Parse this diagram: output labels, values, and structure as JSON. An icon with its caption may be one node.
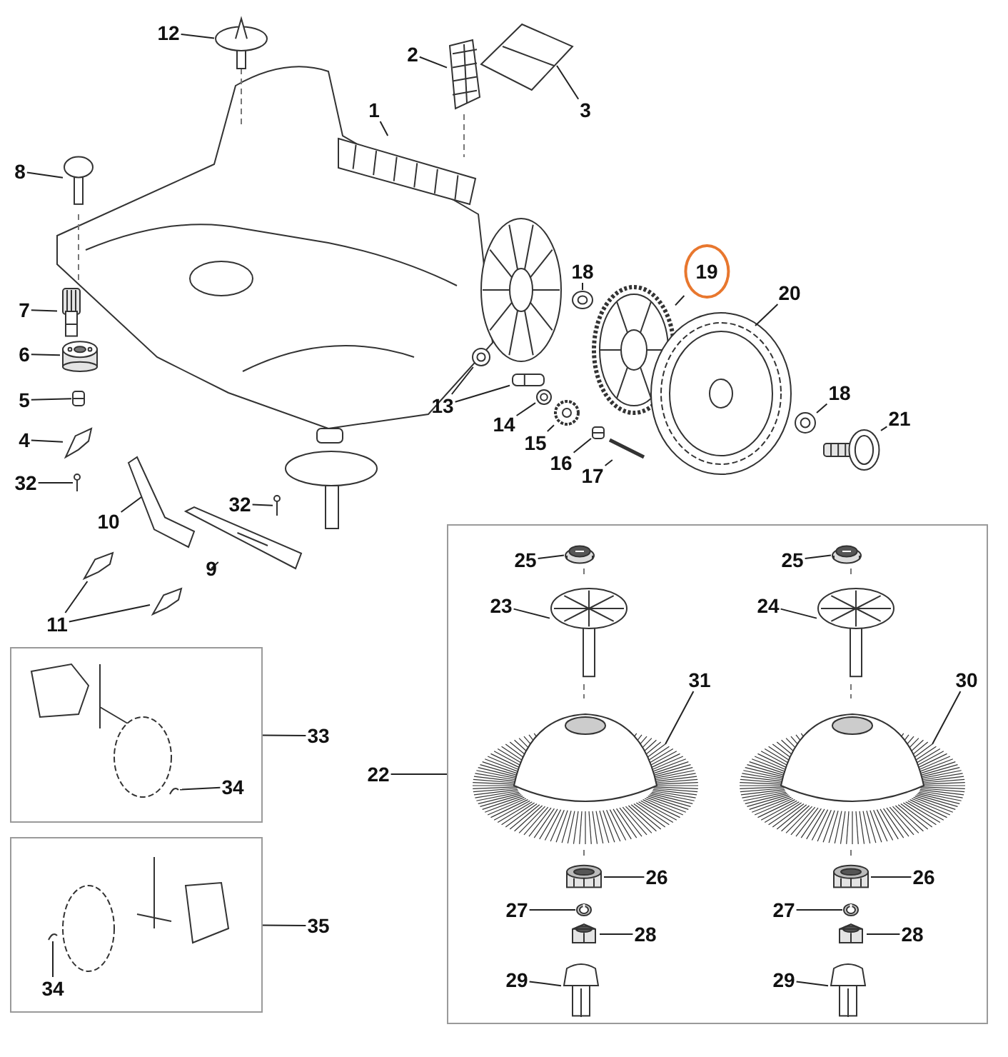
{
  "diagram": {
    "nodes": [
      {
        "text": [
          "12"
        ]
      },
      {
        "text": [],
        "shape": "picture"
      },
      {
        "text": [
          "2"
        ]
      },
      {
        "text": [],
        "shape": "picture"
      },
      {
        "text": [
          "3"
        ]
      },
      {
        "text": [],
        "shape": "picture"
      },
      {
        "text": [
          "1"
        ]
      },
      {
        "text": [],
        "shape": "picture"
      },
      {
        "text": [
          "8"
        ]
      },
      {
        "text": [],
        "shape": "picture"
      },
      {
        "text": [
          "7"
        ]
      },
      {
        "text": [],
        "shape": "picture"
      },
      {
        "text": [
          "6"
        ]
      },
      {
        "text": [],
        "shape": "cylinder"
      },
      {
        "text": [
          "5"
        ]
      },
      {
        "text": [],
        "shape": "picture"
      },
      {
        "text": [
          "4"
        ]
      },
      {
        "text": [],
        "shape": "picture"
      },
      {
        "text": [
          "32"
        ]
      },
      {
        "text": [],
        "shape": "picture"
      },
      {
        "text": [
          "32"
        ]
      },
      {
        "text": [],
        "shape": "picture"
      },
      {
        "text": [
          "10"
        ]
      },
      {
        "text": [],
        "shape": "picture"
      },
      {
        "text": [
          "9"
        ]
      },
      {
        "text": [],
        "shape": "picture"
      },
      {
        "text": [
          "11"
        ]
      },
      {
        "text": [],
        "shape": "picture"
      },
      {
        "text": [],
        "shape": "picture"
      },
      {
        "text": [
          "18"
        ]
      },
      {
        "text": [],
        "shape": "picture"
      },
      {
        "text": [
          "19"
        ]
      },
      {
        "text": [],
        "shape": "picture"
      },
      {
        "text": [
          "20"
        ]
      },
      {
        "text": [],
        "shape": "picture"
      },
      {
        "text": [
          "13"
        ]
      },
      {
        "text": [],
        "shape": "picture"
      },
      {
        "text": [],
        "shape": "picture"
      },
      {
        "text": [
          "14"
        ]
      },
      {
        "text": [],
        "shape": "picture"
      },
      {
        "text": [
          "15"
        ]
      },
      {
        "text": [],
        "shape": "picture"
      },
      {
        "text": [
          "16"
        ]
      },
      {
        "text": [],
        "shape": "picture"
      },
      {
        "text": [
          "17"
        ]
      },
      {
        "text": [],
        "shape": "picture"
      },
      {
        "text": [
          "18"
        ]
      },
      {
        "text": [],
        "shape": "picture"
      },
      {
        "text": [
          "21"
        ]
      },
      {
        "text": [],
        "shape": "picture"
      },
      {
        "text": [
          "22"
        ]
      },
      {
        "text": [],
        "shape": "box"
      },
      {
        "text": [
          "25"
        ],
        "in": 51
      },
      {
        "text": [],
        "shape": "picture",
        "in": 51
      },
      {
        "text": [
          "23"
        ],
        "in": 51
      },
      {
        "text": [],
        "shape": "picture",
        "in": 51
      },
      {
        "text": [
          "31"
        ],
        "in": 51
      },
      {
        "text": [],
        "shape": "picture",
        "in": 51
      },
      {
        "text": [
          "26"
        ],
        "in": 51
      },
      {
        "text": [],
        "shape": "picture",
        "in": 51
      },
      {
        "text": [
          "27"
        ],
        "in": 51
      },
      {
        "text": [],
        "shape": "picture",
        "in": 51
      },
      {
        "text": [
          "28"
        ],
        "in": 51
      },
      {
        "text": [],
        "shape": "picture",
        "in": 51
      },
      {
        "text": [
          "29"
        ],
        "in": 51
      },
      {
        "text": [],
        "shape": "picture",
        "in": 51
      },
      {
        "text": [
          "25"
        ],
        "in": 51
      },
      {
        "text": [],
        "shape": "picture",
        "in": 51
      },
      {
        "text": [
          "24"
        ],
        "in": 51
      },
      {
        "text": [],
        "shape": "picture",
        "in": 51
      },
      {
        "text": [
          "30"
        ],
        "in": 51
      },
      {
        "text": [],
        "shape": "picture",
        "in": 51
      },
      {
        "text": [
          "26"
        ],
        "in": 51
      },
      {
        "text": [],
        "shape": "picture",
        "in": 51
      },
      {
        "text": [
          "27"
        ],
        "in": 51
      },
      {
        "text": [],
        "shape": "picture",
        "in": 51
      },
      {
        "text": [
          "28"
        ],
        "in": 51
      },
      {
        "text": [],
        "shape": "picture",
        "in": 51
      },
      {
        "text": [
          "29"
        ],
        "in": 51
      },
      {
        "text": [],
        "shape": "picture",
        "in": 51
      },
      {
        "text": [
          "33"
        ]
      },
      {
        "text": [],
        "shape": "box"
      },
      {
        "text": [
          "34"
        ],
        "in": 81
      },
      {
        "text": [],
        "shape": "picture",
        "in": 81
      },
      {
        "text": [
          "35"
        ]
      },
      {
        "text": [],
        "shape": "box"
      },
      {
        "text": [
          "34"
        ],
        "in": 85
      },
      {
        "text": [],
        "shape": "picture",
        "in": 85
      }
    ],
    "edges": [
      {
        "from": 0,
        "to": 1,
        "arrow": "none"
      },
      {
        "from": 2,
        "to": 3,
        "arrow": "none"
      },
      {
        "from": 4,
        "to": 5,
        "arrow": "none"
      },
      {
        "from": 6,
        "to": 7,
        "arrow": "none"
      },
      {
        "from": 8,
        "to": 9,
        "arrow": "none"
      },
      {
        "from": 10,
        "to": 11,
        "arrow": "none"
      },
      {
        "from": 12,
        "to": 13,
        "arrow": "none"
      },
      {
        "from": 14,
        "to": 15,
        "arrow": "none"
      },
      {
        "from": 16,
        "to": 17,
        "arrow": "none"
      },
      {
        "from": 18,
        "to": 19,
        "arrow": "none"
      },
      {
        "from": 20,
        "to": 21,
        "arrow": "none"
      },
      {
        "from": 22,
        "to": 23,
        "arrow": "none"
      },
      {
        "from": 24,
        "to": 25,
        "arrow": "none"
      },
      {
        "from": 26,
        "to": 27,
        "arrow": "none"
      },
      {
        "from": 26,
        "to": 28,
        "arrow": "none"
      },
      {
        "from": 29,
        "to": 30,
        "arrow": "none"
      },
      {
        "from": 31,
        "to": 32,
        "arrow": "none"
      },
      {
        "from": 33,
        "to": 34,
        "arrow": "none"
      },
      {
        "from": 35,
        "to": 36,
        "arrow": "none"
      },
      {
        "from": 35,
        "to": 37,
        "arrow": "none"
      },
      {
        "from": 38,
        "to": 39,
        "arrow": "none"
      },
      {
        "from": 40,
        "to": 41,
        "arrow": "none"
      },
      {
        "from": 42,
        "to": 43,
        "arrow": "none"
      },
      {
        "from": 44,
        "to": 45,
        "arrow": "none"
      },
      {
        "from": 46,
        "to": 47,
        "arrow": "none"
      },
      {
        "from": 48,
        "to": 49,
        "arrow": "none"
      },
      {
        "from": 50,
        "to": 51,
        "arrow": "none"
      },
      {
        "from": 52,
        "to": 53,
        "arrow": "none"
      },
      {
        "from": 54,
        "to": 55,
        "arrow": "none"
      },
      {
        "from": 56,
        "to": 57,
        "arrow": "none"
      },
      {
        "from": 58,
        "to": 59,
        "arrow": "none"
      },
      {
        "from": 60,
        "to": 61,
        "arrow": "none"
      },
      {
        "from": 62,
        "to": 63,
        "arrow": "none"
      },
      {
        "from": 64,
        "to": 65,
        "arrow": "none"
      },
      {
        "from": 66,
        "to": 67,
        "arrow": "none"
      },
      {
        "from": 68,
        "to": 69,
        "arrow": "none"
      },
      {
        "from": 70,
        "to": 71,
        "arrow": "none"
      },
      {
        "from": 72,
        "to": 73,
        "arrow": "none"
      },
      {
        "from": 74,
        "to": 75,
        "arrow": "none"
      },
      {
        "from": 76,
        "to": 77,
        "arrow": "none"
      },
      {
        "from": 78,
        "to": 79,
        "arrow": "none"
      },
      {
        "from": 80,
        "to": 81,
        "arrow": "none"
      },
      {
        "from": 82,
        "to": 83,
        "arrow": "none"
      },
      {
        "from": 84,
        "to": 85,
        "arrow": "none"
      },
      {
        "from": 86,
        "to": 87,
        "arrow": "none"
      }
    ]
  }
}
